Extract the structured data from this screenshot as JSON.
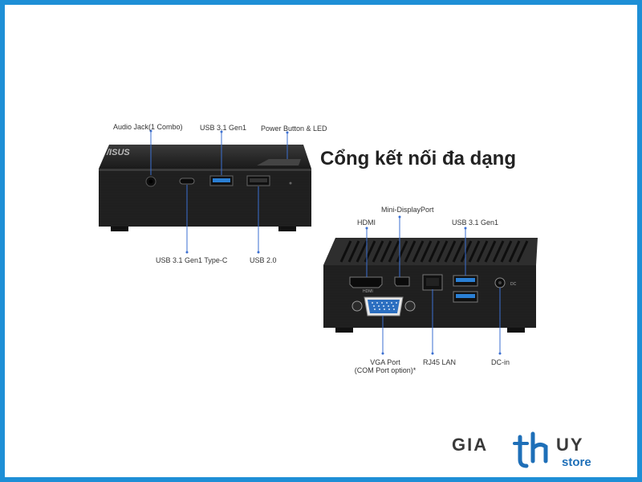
{
  "headline": "Cổng kết nối đa dạng",
  "front_view": {
    "brand": "/ISUS",
    "callouts": {
      "audio_jack": "Audio Jack(1 Combo)",
      "usb31_gen1": "USB 3.1 Gen1",
      "power_button": "Power Button & LED",
      "usb_type_c": "USB 3.1 Gen1 Type-C",
      "usb20": "USB 2.0"
    }
  },
  "rear_view": {
    "port_labels": {
      "hdmi": "HDMI",
      "dc": "DC"
    },
    "callouts": {
      "mini_displayport": "Mini-DisplayPort",
      "hdmi": "HDMI",
      "usb31_gen1": "USB 3.1 Gen1",
      "vga_port": "VGA Port",
      "com_option": "(COM Port option)*",
      "rj45": "RJ45 LAN",
      "dc_in": "DC-in"
    }
  },
  "store_logo": {
    "text1": "GIA",
    "text2": "UY",
    "text3": "store",
    "colors": {
      "dark": "#3a3a3a",
      "blue": "#1e6fb8"
    }
  },
  "colors": {
    "frame": "#1e8fd6",
    "device": "#1f1f1f",
    "usb_blue": "#2a7fd4",
    "callout_line": "#3b6fd0"
  }
}
